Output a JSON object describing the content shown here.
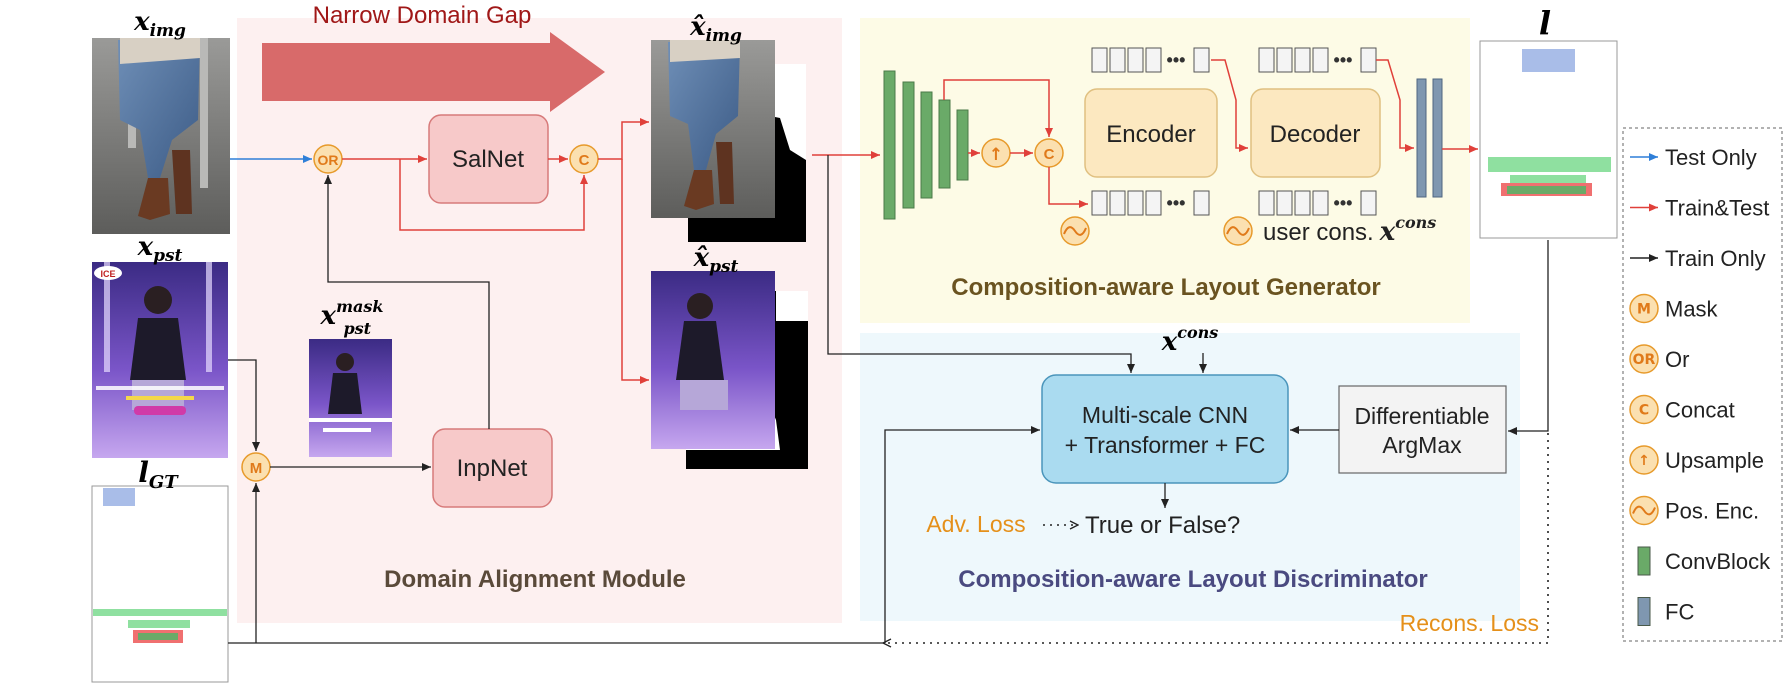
{
  "regions": {
    "alignment_title": "Domain Alignment Module",
    "generator_title": "Composition-aware Layout Generator",
    "discriminator_title": "Composition-aware Layout Discriminator"
  },
  "labels": {
    "narrow_gap": "Narrow Domain Gap",
    "x_img": "x",
    "x_img_sub": "img",
    "x_pst": "x",
    "x_pst_sub": "pst",
    "x_mask": "x",
    "x_mask_sup": "mask",
    "x_mask_sub": "pst",
    "x_hat_img": "x̂",
    "x_hat_img_sub": "img",
    "x_hat_pst": "x̂",
    "x_hat_pst_sub": "pst",
    "l_gt": "l",
    "l_gt_sub": "GT",
    "l_out": "l",
    "x_cons": "x",
    "x_cons_sup": "cons",
    "user_cons": "user cons.",
    "user_x": "x",
    "user_sup": "cons"
  },
  "blocks": {
    "salnet": "SalNet",
    "inpnet": "InpNet",
    "encoder": "Encoder",
    "decoder": "Decoder",
    "cnn_line1": "Multi-scale CNN",
    "cnn_line2": "+ Transformer + FC",
    "argmax_line1": "Differentiable",
    "argmax_line2": "ArgMax"
  },
  "ops": {
    "or": "OR",
    "concat": "C",
    "mask": "M",
    "up": "↑"
  },
  "loss": {
    "adv": "Adv. Loss",
    "result": "True or False?",
    "recons": "Recons. Loss"
  },
  "legend": [
    {
      "kind": "arrow",
      "color": "#2f7fd8",
      "label": "Test Only"
    },
    {
      "kind": "arrow",
      "color": "#e0403a",
      "label": "Train&Test"
    },
    {
      "kind": "arrow",
      "color": "#222222",
      "label": "Train Only"
    },
    {
      "kind": "circle",
      "glyph": "M",
      "label": "Mask"
    },
    {
      "kind": "circle",
      "glyph": "OR",
      "label": "Or"
    },
    {
      "kind": "circle",
      "glyph": "C",
      "label": "Concat"
    },
    {
      "kind": "circle",
      "glyph": "↑",
      "label": "Upsample"
    },
    {
      "kind": "wave",
      "label": "Pos. Enc."
    },
    {
      "kind": "rect",
      "color": "#6aaa68",
      "label": "ConvBlock"
    },
    {
      "kind": "rect",
      "color": "#7f97b0",
      "label": "FC"
    }
  ],
  "colors": {
    "test_only": "#2f7fd8",
    "train_test": "#e0403a",
    "train_only": "#222222",
    "op_fill": "#fbe0b0",
    "op_stroke": "#e79a2b",
    "op_text": "#e07a1a",
    "alignment_bg": "#fdf0f0",
    "generator_bg": "#fdfbe6",
    "discriminator_bg": "#eef8fc",
    "block_pink": "#f7c9c9",
    "block_yellow": "#fce8c0",
    "block_blue": "#aadbf0",
    "block_gray": "#f3f3f3",
    "conv": "#6aaa68",
    "fc": "#7f97b0",
    "gap_arrow": "#d86a6a",
    "gap_text": "#a01818",
    "adv_text": "#e5901a",
    "recons_text": "#e5901a",
    "title_dark": "#5a4a3a",
    "gen_title": "#6a5320",
    "disc_title": "#4a4a80"
  }
}
